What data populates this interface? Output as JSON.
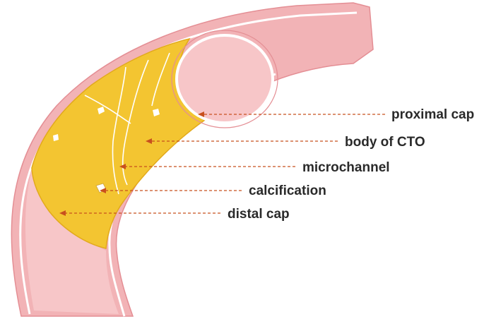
{
  "diagram": {
    "labels": {
      "proximal_cap": "proximal cap",
      "body_of_cto": "body of CTO",
      "microchannel": "microchannel",
      "calcification": "calcification",
      "distal_cap": "distal cap"
    },
    "colors": {
      "vessel_wall": "#f2b3b6",
      "vessel_wall_dark": "#e48e94",
      "vessel_lumen": "#f7c6c8",
      "occlusion": "#f3c531",
      "occlusion_edge": "#e2a91c",
      "leader_line": "#c8501e"
    }
  }
}
